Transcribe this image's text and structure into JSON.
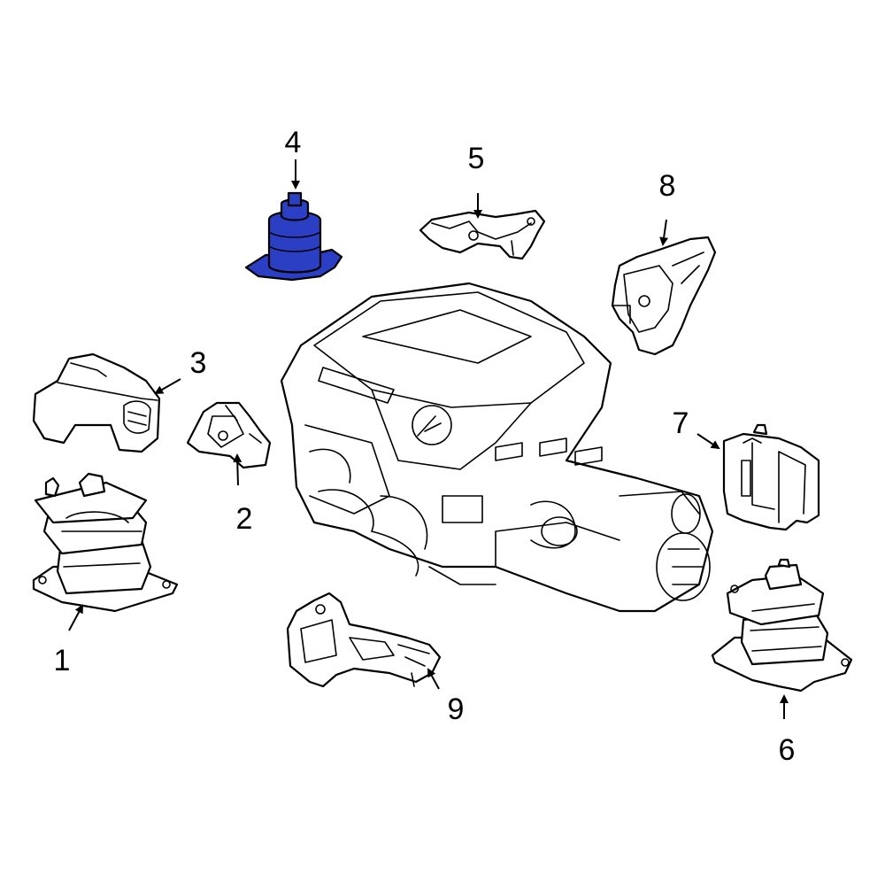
{
  "callouts": [
    {
      "number": "1",
      "highlighted": false
    },
    {
      "number": "2",
      "highlighted": false
    },
    {
      "number": "3",
      "highlighted": false
    },
    {
      "number": "4",
      "highlighted": true
    },
    {
      "number": "5",
      "highlighted": false
    },
    {
      "number": "6",
      "highlighted": false
    },
    {
      "number": "7",
      "highlighted": false
    },
    {
      "number": "8",
      "highlighted": false
    },
    {
      "number": "9",
      "highlighted": false
    }
  ],
  "colors": {
    "highlight_fill": "#2a3fc4",
    "line": "#000000",
    "background": "#ffffff"
  }
}
